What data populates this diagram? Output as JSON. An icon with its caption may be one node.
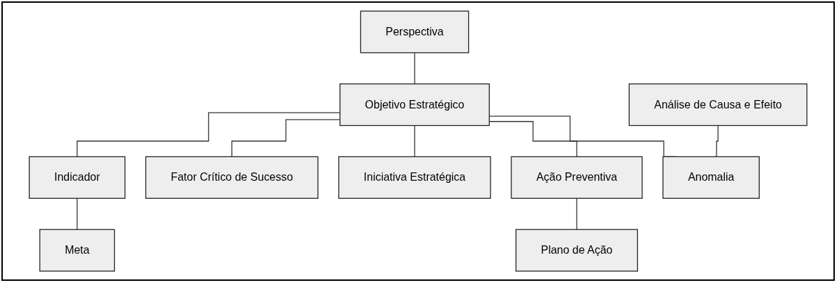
{
  "diagram": {
    "nodes": [
      {
        "text": [
          "Perspectiva"
        ]
      },
      {
        "text": [
          "Objetivo Estratégico"
        ]
      },
      {
        "text": [
          "Análise de Causa e Efeito"
        ]
      },
      {
        "text": [
          "Indicador"
        ]
      },
      {
        "text": [
          "Fator Crítico de Sucesso"
        ]
      },
      {
        "text": [
          "Iniciativa Estratégica"
        ]
      },
      {
        "text": [
          "Ação Preventiva"
        ]
      },
      {
        "text": [
          "Anomalia"
        ]
      },
      {
        "text": [
          "Meta"
        ]
      },
      {
        "text": [
          "Plano de Ação"
        ]
      }
    ],
    "edges": [
      {
        "from": 0,
        "to": 1,
        "arrow": "none"
      },
      {
        "from": 1,
        "to": 3,
        "arrow": "none"
      },
      {
        "from": 1,
        "to": 4,
        "arrow": "none"
      },
      {
        "from": 1,
        "to": 5,
        "arrow": "none"
      },
      {
        "from": 1,
        "to": 6,
        "arrow": "none"
      },
      {
        "from": 1,
        "to": 7,
        "arrow": "none"
      },
      {
        "from": 2,
        "to": 7,
        "arrow": "none"
      },
      {
        "from": 3,
        "to": 8,
        "arrow": "none"
      },
      {
        "from": 6,
        "to": 9,
        "arrow": "none"
      }
    ]
  }
}
